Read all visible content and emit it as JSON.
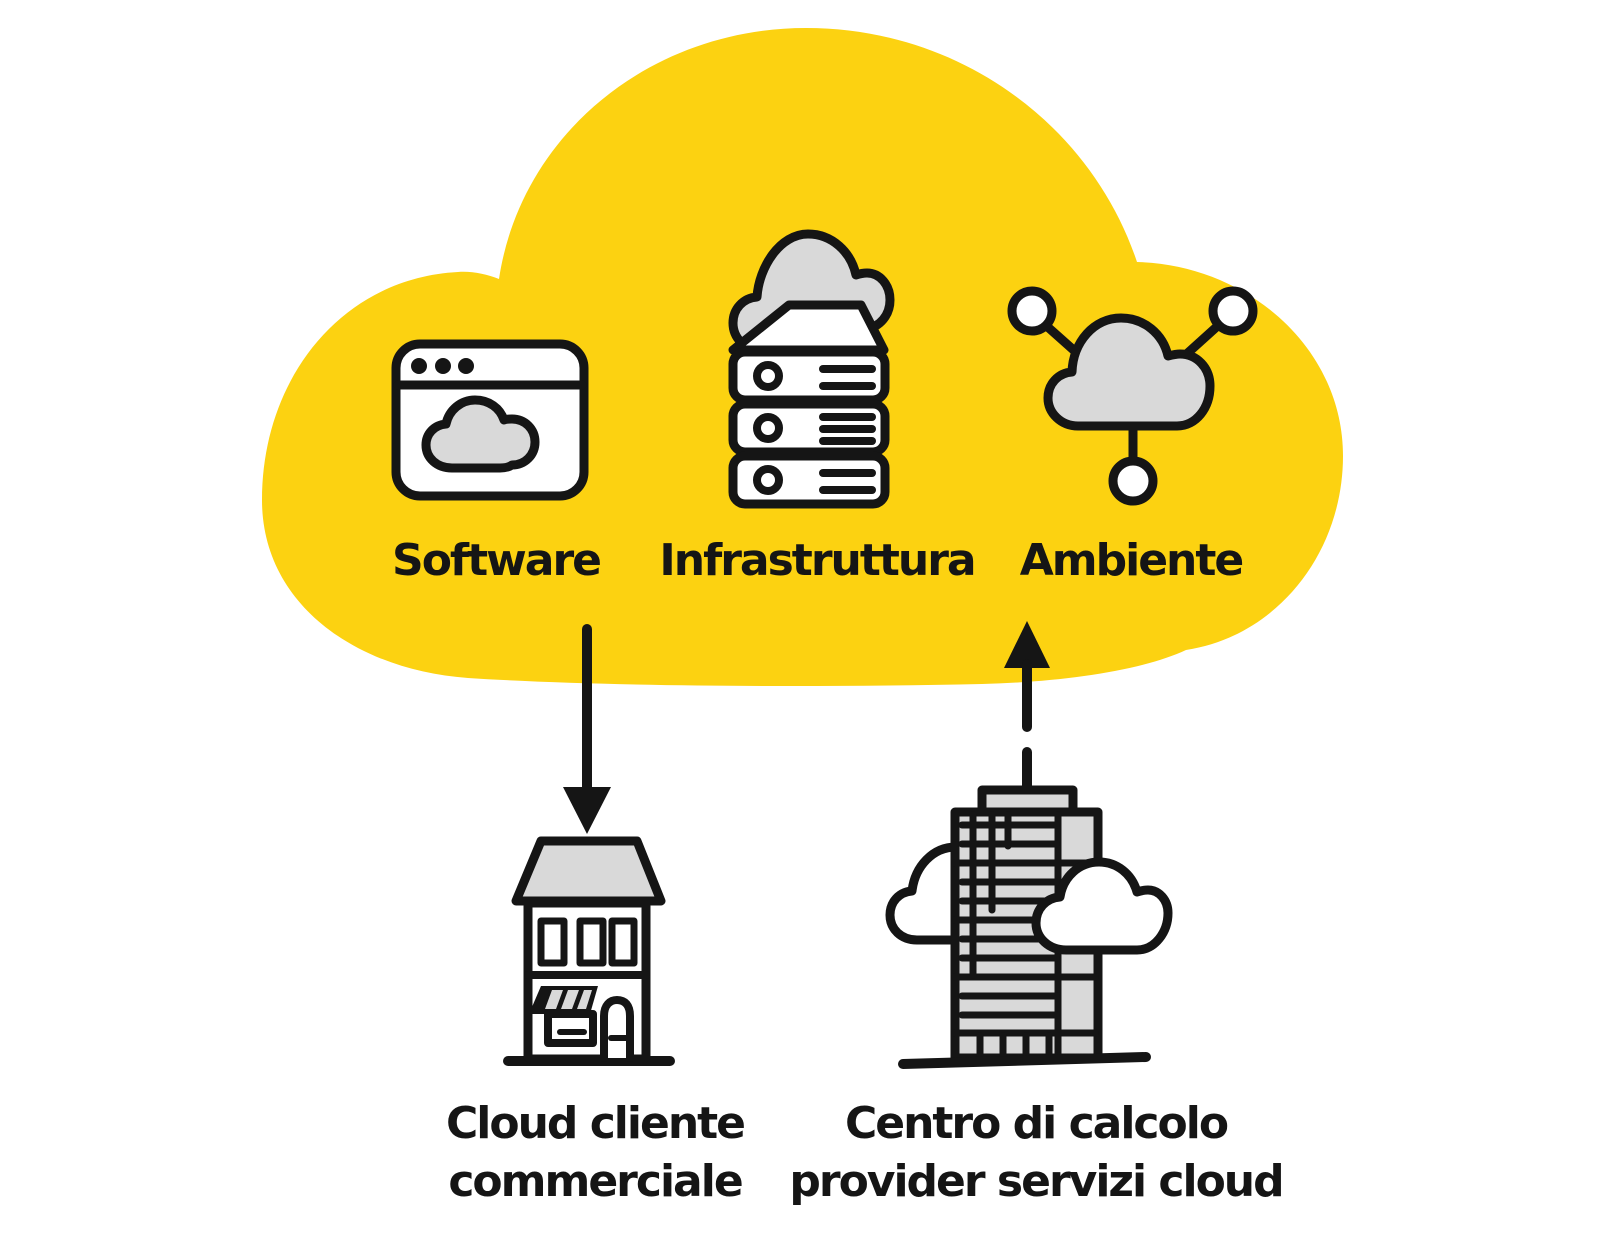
{
  "colors": {
    "cloud_yellow": "#FCD211",
    "icon_gray": "#D9D9D9",
    "ink_black": "#151515",
    "paper_white": "#FFFFFF"
  },
  "cloud": {
    "items": [
      {
        "id": "software",
        "label": "Software",
        "icon": "browser-window-cloud-icon"
      },
      {
        "id": "infrastruttura",
        "label": "Infrastruttura",
        "icon": "server-stack-cloud-icon"
      },
      {
        "id": "ambiente",
        "label": "Ambiente",
        "icon": "connected-cloud-network-icon"
      }
    ]
  },
  "ground": {
    "items": [
      {
        "id": "client",
        "label_line1": "Cloud cliente",
        "label_line2": "commerciale",
        "icon": "shop-house-icon"
      },
      {
        "id": "provider",
        "label_line1": "Centro di calcolo",
        "label_line2": "provider servizi cloud",
        "icon": "office-tower-clouds-icon"
      }
    ]
  },
  "arrows": [
    {
      "from": "Software",
      "to": "Cloud cliente commerciale",
      "direction": "down"
    },
    {
      "from": "Centro di calcolo provider servizi cloud",
      "to": "Ambiente",
      "direction": "up"
    }
  ]
}
